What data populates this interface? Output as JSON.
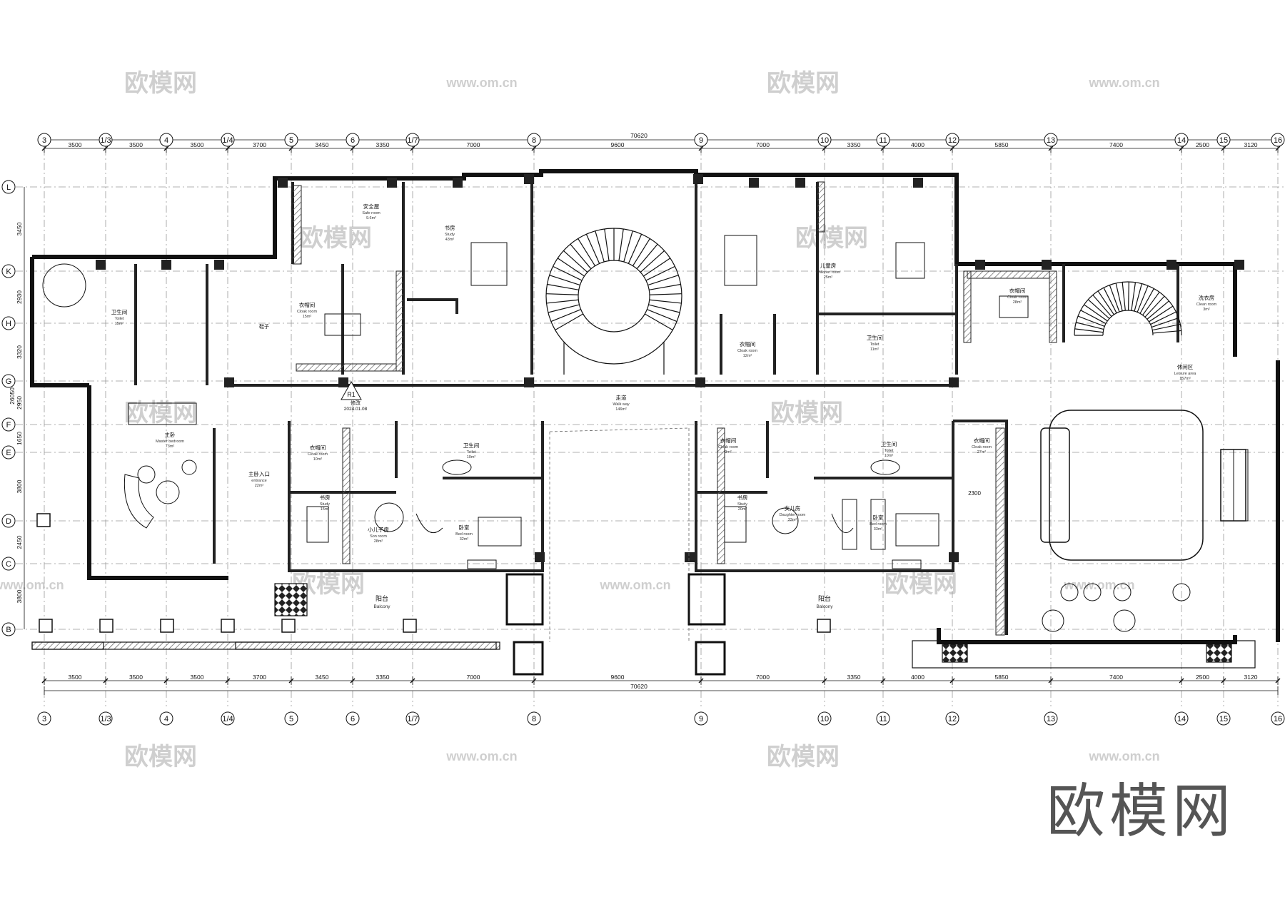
{
  "grid": {
    "columns": [
      "3",
      "1/3",
      "4",
      "1/4",
      "5",
      "6",
      "1/7",
      "8",
      "9",
      "10",
      "11",
      "12",
      "13",
      "14",
      "15",
      "16"
    ],
    "rows": [
      "L",
      "K",
      "H",
      "G",
      "F",
      "E",
      "D",
      "C",
      "B"
    ]
  },
  "dimensions": {
    "total": "70620",
    "segments": [
      "3500",
      "3500",
      "3500",
      "3700",
      "3450",
      "3350",
      "7000",
      "9600",
      "7000",
      "3350",
      "4000",
      "5850",
      "7400",
      "2500",
      "3120"
    ],
    "row_segments": [
      "3450",
      "2930",
      "3320",
      "2950",
      "1650",
      "3800",
      "2450",
      "3800"
    ],
    "row_total": "26050"
  },
  "rooms": [
    {
      "id": "safe",
      "zh": "安全屋",
      "en": "Safe room",
      "area": "9.6m²"
    },
    {
      "id": "study1",
      "zh": "书房",
      "en": "Study",
      "area": "43m²"
    },
    {
      "id": "cloak1",
      "zh": "衣帽间",
      "en": "Cloak room",
      "area": "15m²"
    },
    {
      "id": "bath1",
      "zh": "卫生间",
      "en": "Toilet",
      "area": "15m²"
    },
    {
      "id": "master",
      "zh": "主卧",
      "en": "Master bedroom",
      "area": "73m²"
    },
    {
      "id": "entrance",
      "zh": "主卧入口",
      "en": "entrance",
      "area": "22m²"
    },
    {
      "id": "walkway",
      "zh": "走道",
      "en": "Walk way",
      "area": "146m²"
    },
    {
      "id": "kids",
      "zh": "儿童房",
      "en": "Children room",
      "area": "25m²"
    },
    {
      "id": "cloak2",
      "zh": "衣帽间",
      "en": "Cloak room",
      "area": "12m²"
    },
    {
      "id": "bath2",
      "zh": "卫生间",
      "en": "Toilet",
      "area": "11m²"
    },
    {
      "id": "cloak3",
      "zh": "衣帽间",
      "en": "Cloak room",
      "area": "28m²"
    },
    {
      "id": "laundry",
      "zh": "洗衣房",
      "en": "Clean room",
      "area": "3m²"
    },
    {
      "id": "leisure",
      "zh": "休闲区",
      "en": "Leisure area",
      "area": "157m²"
    },
    {
      "id": "cloak4",
      "zh": "衣帽间",
      "en": "Cloak room",
      "area": "10m²"
    },
    {
      "id": "bath3",
      "zh": "卫生间",
      "en": "Toilet",
      "area": "10m²"
    },
    {
      "id": "study2",
      "zh": "书房",
      "en": "Study",
      "area": "15m²"
    },
    {
      "id": "sonroom",
      "zh": "小儿子房",
      "en": "Son room",
      "area": "28m²"
    },
    {
      "id": "bed1",
      "zh": "卧室",
      "en": "Bed room",
      "area": "32m²"
    },
    {
      "id": "cloak5",
      "zh": "衣帽间",
      "en": "Cloak room",
      "area": "9m²"
    },
    {
      "id": "bath4",
      "zh": "卫生间",
      "en": "Toilet",
      "area": "10m²"
    },
    {
      "id": "study3",
      "zh": "书房",
      "en": "Study",
      "area": "20m²"
    },
    {
      "id": "daughter",
      "zh": "女儿房",
      "en": "Daughter room",
      "area": "33m²"
    },
    {
      "id": "bed2",
      "zh": "卧室",
      "en": "Bed room",
      "area": "33m²"
    },
    {
      "id": "cloak6",
      "zh": "衣帽间",
      "en": "Cloak room",
      "area": "27m²"
    }
  ],
  "balcony": {
    "zh": "阳台",
    "en": "Balcony"
  },
  "revision": {
    "mark": "R1",
    "label": "修改",
    "date": "2024.01.08"
  },
  "special_labels": {
    "wardrobe": "鞋子",
    "dim_2300": "2300"
  },
  "watermarks": {
    "brand": "欧模网",
    "url": "www.om.cn"
  },
  "colors": {
    "line": "#111111",
    "wall": "#3a3a3a",
    "hatch": "#888888",
    "watermark": "#c8c8c8"
  }
}
